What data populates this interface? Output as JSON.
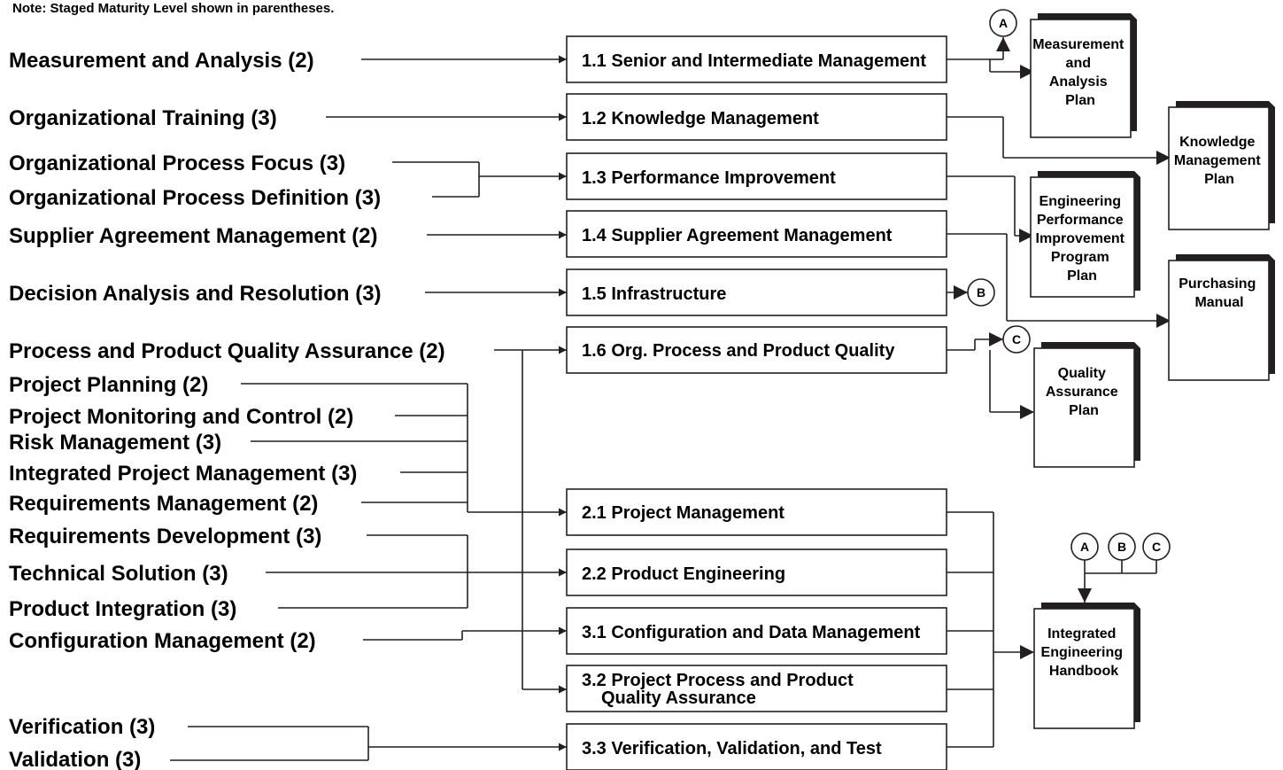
{
  "note": "Note: Staged Maturity Level shown in parentheses.",
  "process_areas": [
    "Measurement and Analysis (2)",
    "Organizational Training (3)",
    "Organizational Process Focus (3)",
    "Organizational Process Definition (3)",
    "Supplier Agreement Management (2)",
    "Decision Analysis and Resolution (3)",
    "Process and Product Quality Assurance (2)",
    "Project Planning (2)",
    "Project Monitoring and Control (2)",
    "Risk Management (3)",
    "Integrated Project Management (3)",
    "Requirements Management (2)",
    "Requirements Development (3)",
    "Technical Solution (3)",
    "Product Integration (3)",
    "Configuration Management (2)",
    "Verification (3)",
    "Validation (3)"
  ],
  "org_boxes": [
    "1.1 Senior and Intermediate Management",
    "1.2 Knowledge Management",
    "1.3 Performance Improvement",
    "1.4 Supplier Agreement Management",
    "1.5 Infrastructure",
    "1.6  Org. Process and Product Quality",
    "2.1 Project Management",
    "2.2 Product Engineering",
    "3.1 Configuration and Data Management",
    "3.2 Project Process and Product",
    "Quality Assurance",
    "3.3 Verification, Validation, and Test"
  ],
  "documents": {
    "meas_plan": [
      "Measurement",
      "and",
      "Analysis",
      "Plan"
    ],
    "km_plan": [
      "Knowledge",
      "Management",
      "Plan"
    ],
    "eng_plan": [
      "Engineering",
      "Performance",
      "Improvement",
      "Program",
      "Plan"
    ],
    "purchasing": [
      "Purchasing",
      "Manual"
    ],
    "qa_plan": [
      "Quality",
      "Assurance",
      "Plan"
    ],
    "handbook": [
      "Integrated",
      "Engineering",
      "Handbook"
    ]
  },
  "connectors": [
    "A",
    "B",
    "C"
  ]
}
